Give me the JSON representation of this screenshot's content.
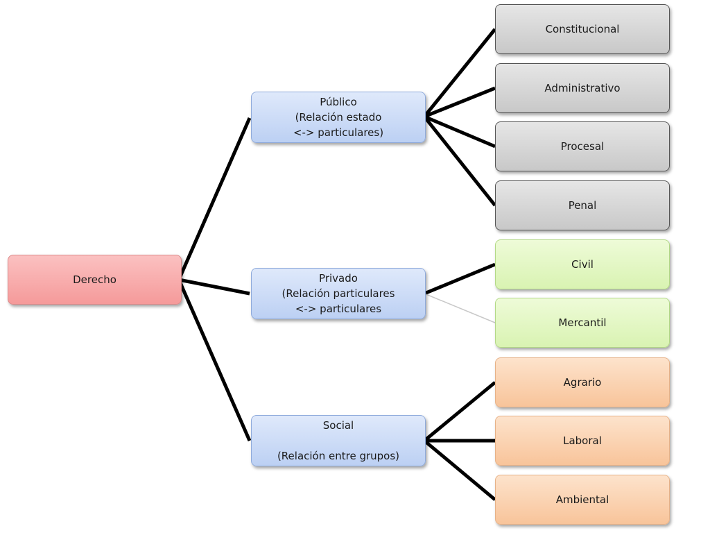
{
  "root": {
    "label": "Derecho"
  },
  "branches": [
    {
      "label": "Público\n(Relación estado\n<-> particulares)",
      "children": [
        "Constitucional",
        "Administrativo",
        "Procesal",
        "Penal"
      ]
    },
    {
      "label": "Privado\n(Relación particulares\n<-> particulares",
      "children": [
        "Civil",
        "Mercantil"
      ]
    },
    {
      "label": "Social\n\n(Relación entre grupos)",
      "children": [
        "Agrario",
        "Laboral",
        "Ambiental"
      ]
    }
  ],
  "colors": {
    "root": "#f59a9a",
    "branch": "#bcd0f3",
    "publico_leaf": "#c8c8c8",
    "privado_leaf": "#d9f3b2",
    "social_leaf": "#f8c49a",
    "connector": "#000000"
  }
}
